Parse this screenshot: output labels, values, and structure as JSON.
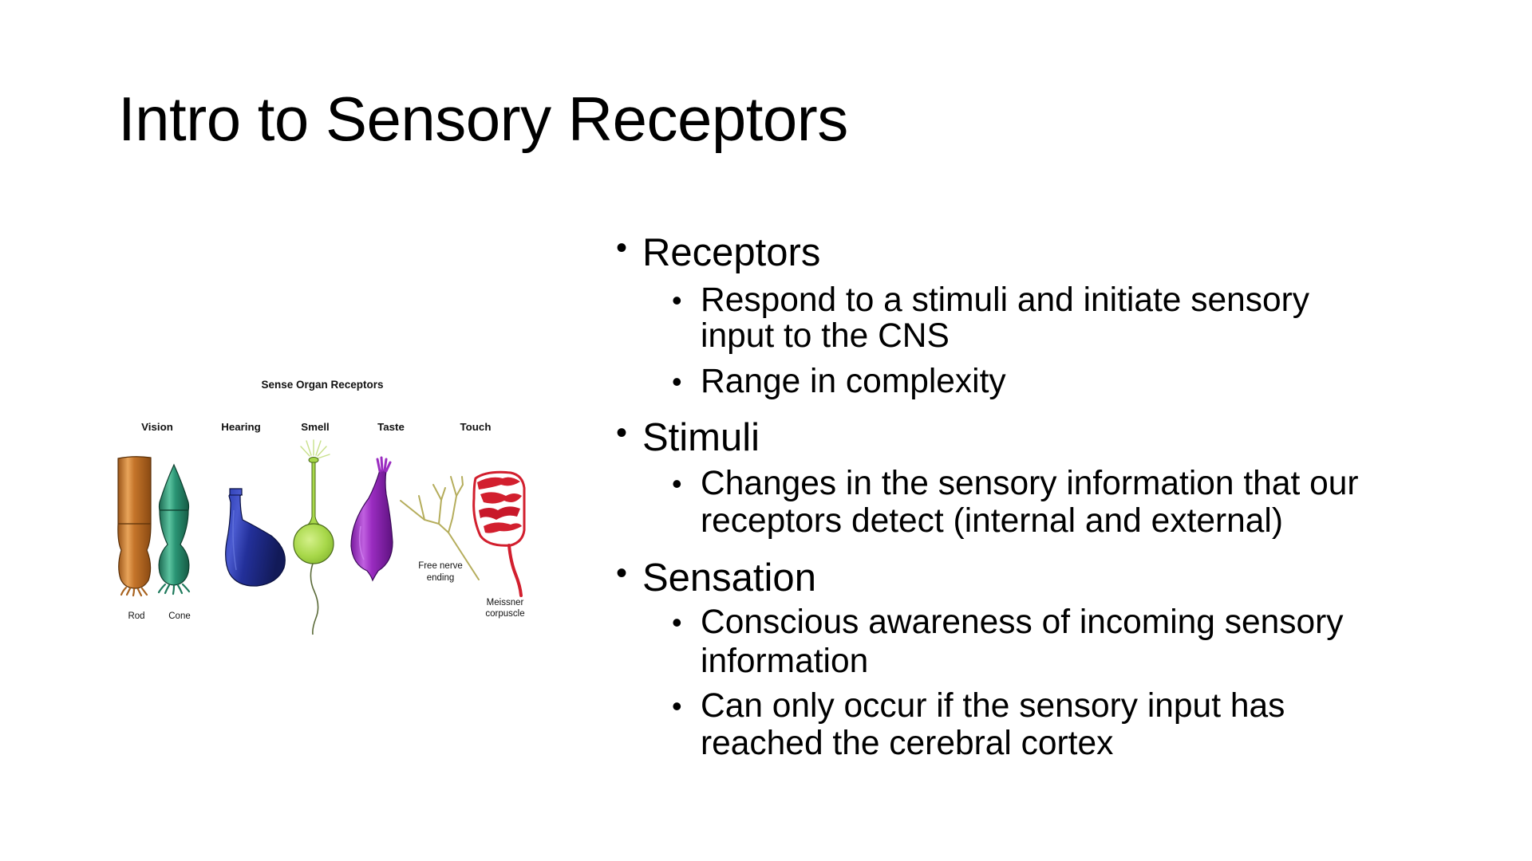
{
  "slide": {
    "title": "Intro to Sensory Receptors",
    "bullet_glyph": "•",
    "bullets": [
      {
        "text": "Receptors",
        "children": [
          {
            "lines": [
              "Respond to a stimuli and initiate sensory",
              "input to the CNS"
            ]
          },
          {
            "lines": [
              "Range in complexity"
            ]
          }
        ]
      },
      {
        "text": "Stimuli",
        "children": [
          {
            "lines": [
              "Changes in the sensory information that our",
              "receptors detect (internal and external)"
            ]
          }
        ]
      },
      {
        "text": "Sensation",
        "children": [
          {
            "lines": [
              "Conscious awareness of incoming sensory",
              "information"
            ]
          },
          {
            "lines": [
              "Can only occur if the sensory input has",
              "reached the cerebral cortex"
            ]
          }
        ]
      }
    ]
  },
  "figure": {
    "title": "Sense Organ Receptors",
    "categories": [
      "Vision",
      "Hearing",
      "Smell",
      "Taste",
      "Touch"
    ],
    "labels": {
      "rod": "Rod",
      "cone": "Cone",
      "free_nerve_line1": "Free nerve",
      "free_nerve_line2": "ending",
      "meissner_line1": "Meissner",
      "meissner_line2": "corpuscle"
    },
    "colors": {
      "rod": "#c4742a",
      "cone": "#2a9474",
      "hearing": "#23309a",
      "smell": "#a8d84a",
      "taste": "#9a2cc0",
      "free_nerve": "#b5ad5c",
      "meissner": "#d21f2e"
    }
  }
}
